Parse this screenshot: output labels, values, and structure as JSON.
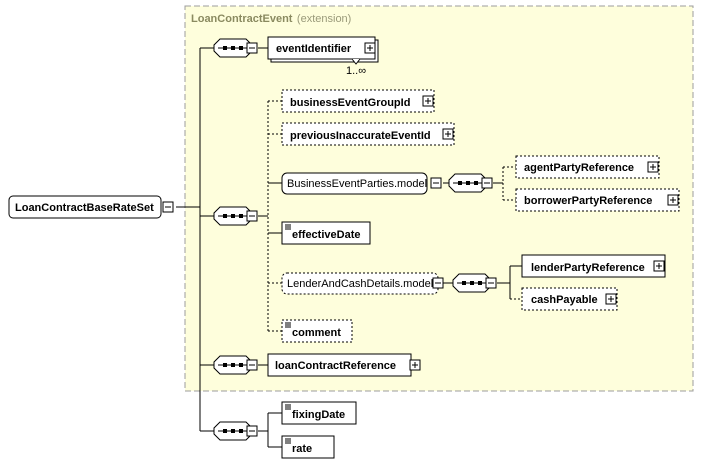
{
  "extension": {
    "title": "LoanContractEvent",
    "suffix": "(extension)"
  },
  "root": {
    "label": "LoanContractBaseRateSet"
  },
  "elements": {
    "event_identifier": "eventIdentifier",
    "event_identifier_cardinality": "1..∞",
    "business_event_group_id": "businessEventGroupId",
    "previous_inaccurate_event_id": "previousInaccurateEventId",
    "business_event_parties_model": "BusinessEventParties.model",
    "agent_party_reference": "agentPartyReference",
    "borrower_party_reference": "borrowerPartyReference",
    "effective_date": "effectiveDate",
    "lender_and_cash_details_model": "LenderAndCashDetails.model",
    "lender_party_reference": "lenderPartyReference",
    "cash_payable": "cashPayable",
    "comment": "comment",
    "loan_contract_reference": "loanContractReference",
    "fixing_date": "fixingDate",
    "rate": "rate"
  },
  "icons": {
    "expand": "plus-box-icon",
    "collapse": "minus-box-icon",
    "sequence": "sequence-compositor-icon",
    "simple_type": "simple-type-icon"
  },
  "colors": {
    "extension_bg": "#fefedc",
    "extension_border": "#9c9c9c",
    "box_bg": "#ffffff",
    "line": "#000000"
  }
}
